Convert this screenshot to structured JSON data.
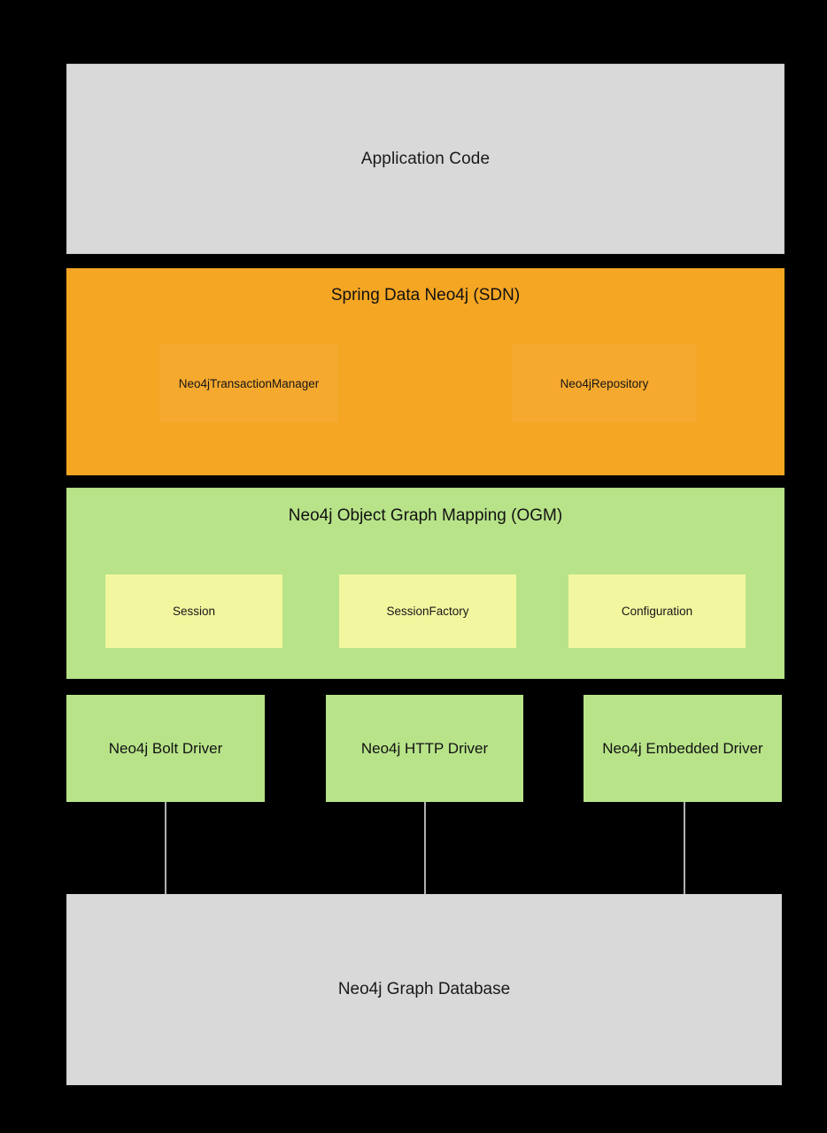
{
  "diagram": {
    "background_color": "#000000",
    "layers": {
      "application": {
        "label": "Application Code",
        "fill_color": "#d9d9d9"
      },
      "sdn": {
        "title": "Spring Data Neo4j (SDN)",
        "fill_color": "#f5a623",
        "components": [
          {
            "label": "Neo4jTransactionManager"
          },
          {
            "label": "Neo4jRepository"
          }
        ]
      },
      "ogm": {
        "title": "Neo4j Object Graph Mapping (OGM)",
        "fill_color": "#b8e389",
        "component_fill_color": "#f2f79f",
        "components": [
          {
            "label": "Session"
          },
          {
            "label": "SessionFactory"
          },
          {
            "label": "Configuration"
          }
        ]
      },
      "drivers": {
        "fill_color": "#b8e389",
        "items": [
          {
            "label": "Neo4j Bolt Driver"
          },
          {
            "label": "Neo4j HTTP Driver"
          },
          {
            "label": "Neo4j Embedded Driver"
          }
        ]
      },
      "database": {
        "label": "Neo4j Graph Database",
        "fill_color": "#d9d9d9"
      }
    },
    "connectors": {
      "color": "#b0b0b0",
      "count": 3
    }
  }
}
